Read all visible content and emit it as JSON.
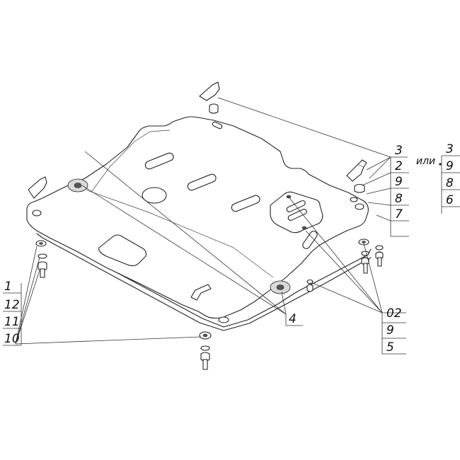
{
  "callouts": {
    "right_stack": [
      "3",
      "2",
      "9",
      "8",
      "7"
    ],
    "alt_word": "или",
    "alt_stack": [
      "3",
      "9",
      "8",
      "6"
    ],
    "left_stack": [
      "1",
      "12",
      "11",
      "10"
    ],
    "center": "4",
    "bottom_stack": [
      "02",
      "9",
      "5"
    ]
  }
}
